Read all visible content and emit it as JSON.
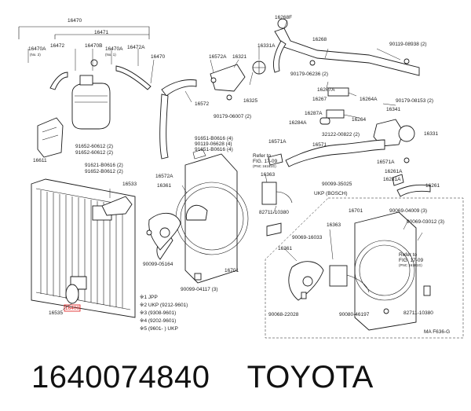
{
  "caption": {
    "part_number": "1640074840",
    "brand": "TOYOTA"
  },
  "diagram": {
    "code": "MA F636-G",
    "labels": {
      "l16470": "16470",
      "l16471": "16471",
      "l16470A_top": "16470A",
      "l16470A_sub": "(No. 2)",
      "l16472_a": "16472",
      "l16470B": "16470B",
      "l16470A_2": "16470A",
      "l16470A_2sub": "(No. 1)",
      "l16472A": "16472A",
      "l16470_9": "16470",
      "l16611": "16611",
      "l91652_a": "91652-60612 (2)",
      "l91652_b": "91652-60612 (2)",
      "l91621": "91621-B0616 (2)",
      "l91652_c": "91652-B0612 (2)",
      "l16533": "16533",
      "l16400": "16400",
      "l16535": "16535",
      "l16572A": "16572A",
      "l16321": "16321",
      "l16331A": "16331A",
      "l16325": "16325",
      "l16572": "16572",
      "l90179_06007": "90179-06007 (2)",
      "l91651_a": "91651-B0616 (4)",
      "l90119": "90119-06628 (4)",
      "l91651_b": "91651-B0616 (4)",
      "l16572A_2": "16572A",
      "l16361": "16361",
      "l90099_05164": "90099-05164",
      "l90099_04117": "90099-04117 (3)",
      "l16701": "16701",
      "l16268F": "16268F",
      "l16268": "16268",
      "l90119_08938": "90119-08938 (2)",
      "l90179_06236": "90179-06236 (2)",
      "l16267A": "16267A",
      "l16267": "16267",
      "l16264A_a": "16264A",
      "l16287A": "16287A",
      "l16264": "16264",
      "l16284A": "16284A",
      "l90179_08153": "90179-08153 (2)",
      "l16341": "16341",
      "l16331": "16331",
      "l32122": "32122-00822 (2)",
      "l16571A": "16571A",
      "l16571": "16571",
      "l16571A_2": "16571A",
      "l16261A": "16261A",
      "l16281A": "16281A",
      "l16261": "16261",
      "l16363": "16363",
      "lRefer1": "Refer to",
      "lFig1": "FIG. 17-09",
      "lFig1sub": "(PNC 16161G)",
      "l90099_35025": "90099-35025",
      "lUKP_BOSCH": "UKP (BOSCH)",
      "l82711_a": "82711-10380",
      "l16363_b": "16363",
      "l16701_b": "16701",
      "l90069_04009": "90069-04009 (3)",
      "l90069_16033": "90069-16033",
      "l90069_03012": "90069-03012 (3)",
      "l16361_b": "16361",
      "lRefer2": "Refer to",
      "lFig2": "FIG. 17-09",
      "lFig2sub": "(PNC 16161G)",
      "l90068_22028": "90068-22028",
      "l90080_46197": "90080-46197",
      "l82711_b": "82711-10380"
    },
    "notes": [
      "※1 JPP",
      "※2 UKP (9212-9601)",
      "※3 (9308-9601)",
      "※4 (9202-9601)",
      "※5 (9601-      ) UKP"
    ]
  }
}
